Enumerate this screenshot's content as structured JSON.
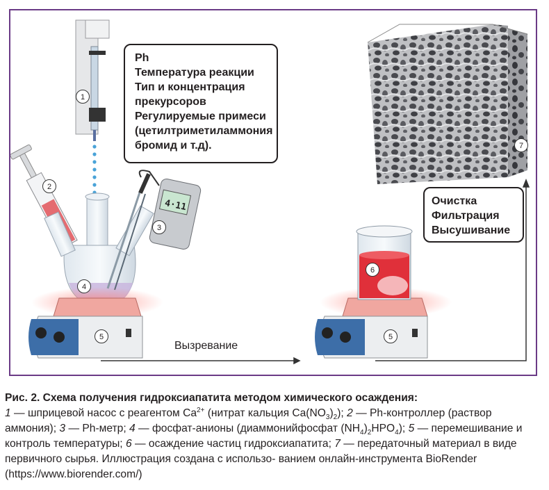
{
  "params_box": {
    "lines": [
      "Ph",
      "Температура реакции",
      "Тип и концентрация",
      "прекурсоров",
      "Регулируемые примеси",
      "(цетилтриметиламмония",
      "бромид и т.д)."
    ]
  },
  "process_box": {
    "lines": [
      "Очистка",
      "Фильтрация",
      "Высушивание"
    ]
  },
  "arrow_label": "Вызревание",
  "meter_display": "4·11",
  "markers": [
    "1",
    "2",
    "3",
    "4",
    "5",
    "5",
    "6",
    "7"
  ],
  "colors": {
    "frame": "#6a3a86",
    "hotplate_top": "#f0a7a0",
    "solution": "#e0303a",
    "plate_panel": "#3d6ea8"
  },
  "caption": {
    "title": "Рис. 2. Схема получения гидроксиапатита методом химического осаждения:",
    "n1": "1",
    "t1a": " — шприцевой насос с реагентом Ca",
    "t1sup": "2+",
    "t1b": " (нитрат кальция Ca(NO",
    "t1sub": "3",
    "t1c": ")",
    "t1sub2": "2",
    "t1d": "); ",
    "n2": "2",
    "t2a": " — Ph-контроллер (раствор аммония); ",
    "n3": "3",
    "t3": " — Ph-метр; ",
    "n4": "4",
    "t4a": " — фосфат-анионы (диаммонийфосфат (NH",
    "t4sub": "4",
    "t4b": ")",
    "t4sub2": "2",
    "t4c": "HPO",
    "t4sub3": "4",
    "t4d": ");",
    "n5": "5",
    "t5": " — перемешивание и контроль температуры; ",
    "n6": "6",
    "t6": " — осаждение частиц гидроксиапатита;",
    "n7": "7",
    "t7a": " — передаточный материал в виде первичного сырья. Иллюстрация создана с использо-",
    "t7b": "ванием онлайн-инструмента BioRender (https://www.biorender.com/)"
  }
}
